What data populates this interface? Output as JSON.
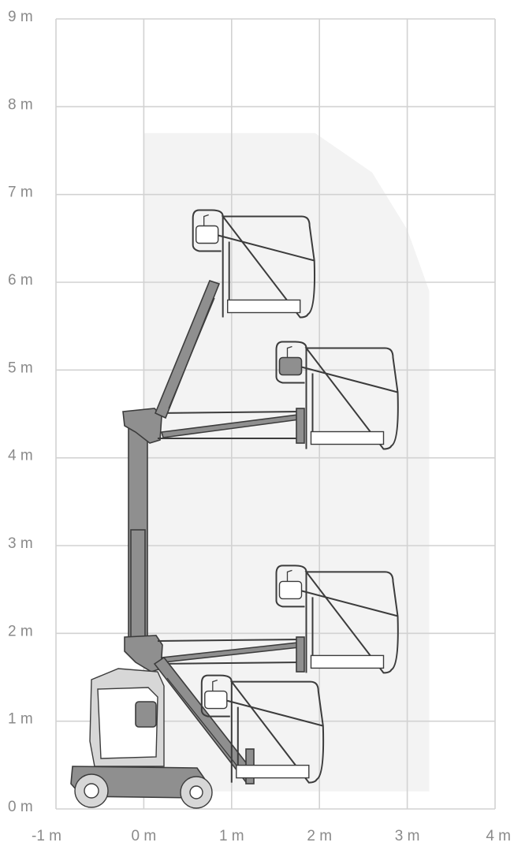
{
  "chart_data": {
    "type": "diagram",
    "x_ticks": [
      "-1 m",
      "0 m",
      "1 m",
      "2 m",
      "3 m",
      "4 m"
    ],
    "y_ticks": [
      "0 m",
      "1 m",
      "2 m",
      "3 m",
      "4 m",
      "5 m",
      "6 m",
      "7 m",
      "8 m",
      "9 m"
    ],
    "xlim": [
      -1,
      4
    ],
    "ylim": [
      0,
      9
    ],
    "grid": true,
    "colors": {
      "grid": "#d2d2d2",
      "tick_text": "#8a8a8a",
      "envelope": "#f3f3f3",
      "machine": "#8f8f8f",
      "outline": "#3c3c3c"
    },
    "working_envelope": [
      [
        0,
        0.2
      ],
      [
        0,
        7.7
      ],
      [
        1.95,
        7.7
      ],
      [
        2.6,
        7.25
      ],
      [
        3.0,
        6.6
      ],
      [
        3.25,
        5.9
      ],
      [
        3.25,
        0.2
      ]
    ],
    "platform_positions": [
      {
        "x": 1.0,
        "y": 0.3
      },
      {
        "x": 1.85,
        "y": 1.55
      },
      {
        "x": 1.85,
        "y": 4.1
      },
      {
        "x": 0.9,
        "y": 5.6
      }
    ]
  }
}
